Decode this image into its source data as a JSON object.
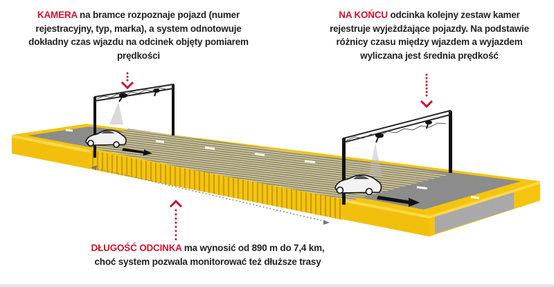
{
  "captions": {
    "entry": {
      "highlight": "KAMERA",
      "text": " na bramce rozpoznaje pojazd (numer rejestracyjny, typ, marka), a system odnotowuje dokładny czas wjazdu na odcinek objęty pomiarem prędkości"
    },
    "exit": {
      "highlight": "NA KOŃCU",
      "text": " odcinka kolejny zestaw kamer rejestruje wyjeżdżające pojazdy. Na podstawie różnicy czasu między wjazdem a wyjazdem wyliczana jest średnia prędkość"
    },
    "length": {
      "highlight": "DŁUGOŚĆ ODCINKA",
      "text": " ma wynosić od 890 m do 7,4 km, choć system pozwala monitorować też dłuższe trasy"
    }
  },
  "colors": {
    "highlight": "#d0112b",
    "text": "#231f20",
    "road_yellow": "#f4c40f",
    "road_yellow_dark": "#e0ab00",
    "asphalt": "#8c8c8c",
    "asphalt_side": "#a9a9a9",
    "measured_section": "#a89e7c",
    "arrow_red": "#c8102e"
  },
  "illustration": {
    "gantries": [
      {
        "name": "entry-gantry",
        "label": "camera-gantry-entry"
      },
      {
        "name": "exit-gantry",
        "label": "camera-gantry-exit"
      }
    ],
    "cars": [
      "car-entering",
      "car-exiting"
    ]
  }
}
